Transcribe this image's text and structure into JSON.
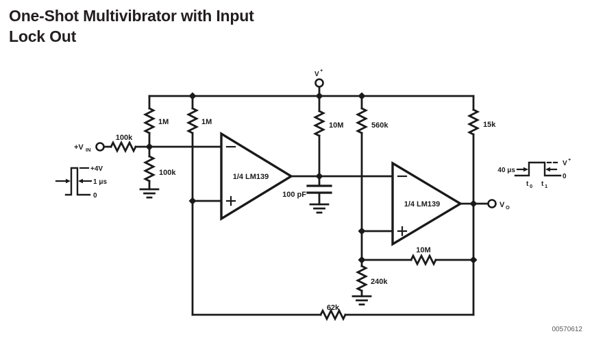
{
  "title": {
    "line1": "One-Shot Multivibrator with Input",
    "line2": "Lock Out"
  },
  "doc_number": "00570612",
  "colors": {
    "ink": "#1a1a1a",
    "title": "#221e20",
    "doc_number": "#58585c",
    "background": "#ffffff"
  },
  "schematic": {
    "terminals": {
      "vin": {
        "text": "+V",
        "sub": "IN"
      },
      "vplus": {
        "text": "V",
        "sup": "+"
      },
      "vout": {
        "text": "V",
        "sub": "O"
      }
    },
    "opamps": {
      "u1": "1/4 LM139",
      "u2": "1/4 LM139"
    },
    "resistors": {
      "input_100k": "100k",
      "pullup_1m_a": "1M",
      "pullup_1m_b": "1M",
      "gnd_100k": "100k",
      "timing_10m": "10M",
      "ref_560k": "560k",
      "out_15k": "15k",
      "fb_10m": "10M",
      "ref_240k": "240k",
      "lockout_62k": "62k"
    },
    "capacitor_100pf": "100 pF",
    "input_pulse": {
      "high": "+4V",
      "width": "1 μs",
      "low": "0"
    },
    "output_pulse": {
      "width": "40 μs",
      "high": {
        "text": "V",
        "sup": "+"
      },
      "low": "0",
      "t_start": {
        "text": "t",
        "sub": "0"
      },
      "t_end": {
        "text": "t",
        "sub": "1"
      }
    }
  }
}
